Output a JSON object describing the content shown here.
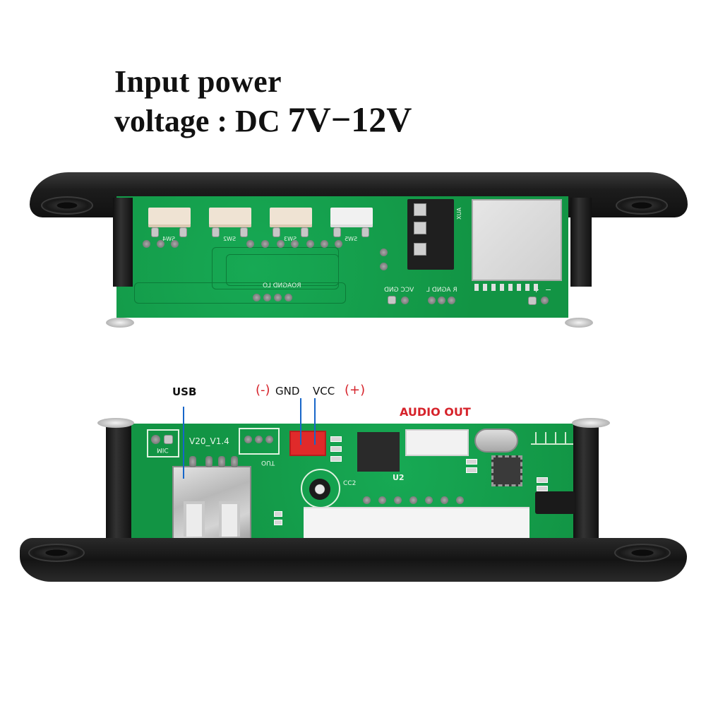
{
  "headline": {
    "line1": "Input power",
    "line2_prefix": "voltage : DC ",
    "line2_range": "7V−12V"
  },
  "top_board": {
    "button_labels": [
      "SW4",
      "SW2",
      "SW3",
      "SW5"
    ],
    "silk_labels": {
      "lo_group": "ROAGND LO",
      "power_pads": "VCC GND",
      "line_in": "R AGND L",
      "plus": "+",
      "minus": "−",
      "aux": "AUX"
    },
    "components": [
      "tact-switch",
      "tact-switch",
      "tact-switch",
      "tact-switch",
      "aux-jack",
      "tf-card-slot"
    ]
  },
  "bottom_board": {
    "silk_labels": {
      "version": "V20_V1.4",
      "mic": "MIC",
      "out": "OUT",
      "u2": "U2",
      "cc2": "CC2"
    }
  },
  "annotations": {
    "usb": "USB",
    "gnd_paren": "(-)",
    "gnd": "GND",
    "vcc": "VCC",
    "vcc_paren": "(+)",
    "audio_out": "AUDIO OUT"
  },
  "colors": {
    "pcb_green": "#139a4a",
    "annotation_red": "#d6232b",
    "leader_blue": "#1766c9",
    "bezel_black": "#1c1c1c",
    "power_connector_red": "#e02a2a"
  }
}
